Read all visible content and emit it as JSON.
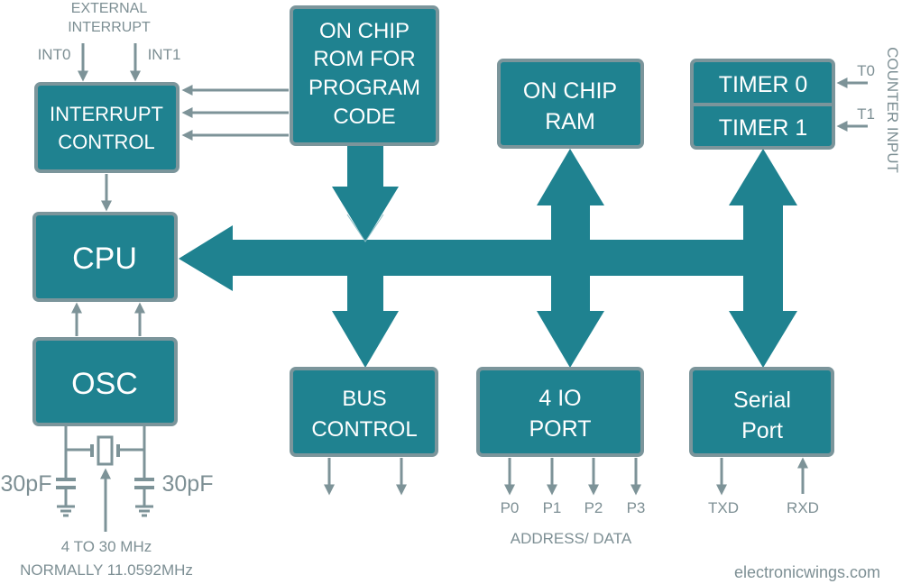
{
  "colors": {
    "block": "#1f8290",
    "border": "#7b959b",
    "label": "#7d8f94"
  },
  "blocks": {
    "interrupt": [
      "INTERRUPT",
      "CONTROL"
    ],
    "cpu": "CPU",
    "osc": "OSC",
    "rom": [
      "ON CHIP",
      "ROM FOR",
      "PROGRAM",
      "CODE"
    ],
    "ram": [
      "ON CHIP",
      "RAM"
    ],
    "timer0": "TIMER 0",
    "timer1": "TIMER 1",
    "bus_control": [
      "BUS",
      "CONTROL"
    ],
    "io_port": [
      "4 IO",
      "PORT"
    ],
    "serial": [
      "Serial",
      "Port"
    ]
  },
  "labels": {
    "external_interrupt": [
      "EXTERNAL",
      "INTERRUPT"
    ],
    "int0": "INT0",
    "int1": "INT1",
    "t0": "T0",
    "t1": "T1",
    "counter_input": "COUNTER INPUT",
    "cap_left": "30pF",
    "cap_right": "30pF",
    "freq": [
      "4 TO 30 MHz",
      "NORMALLY 11.0592MHz"
    ],
    "ports": [
      "P0",
      "P1",
      "P2",
      "P3"
    ],
    "address_data": "ADDRESS/ DATA",
    "txd": "TXD",
    "rxd": "RXD",
    "watermark": "electronicwings.com"
  }
}
